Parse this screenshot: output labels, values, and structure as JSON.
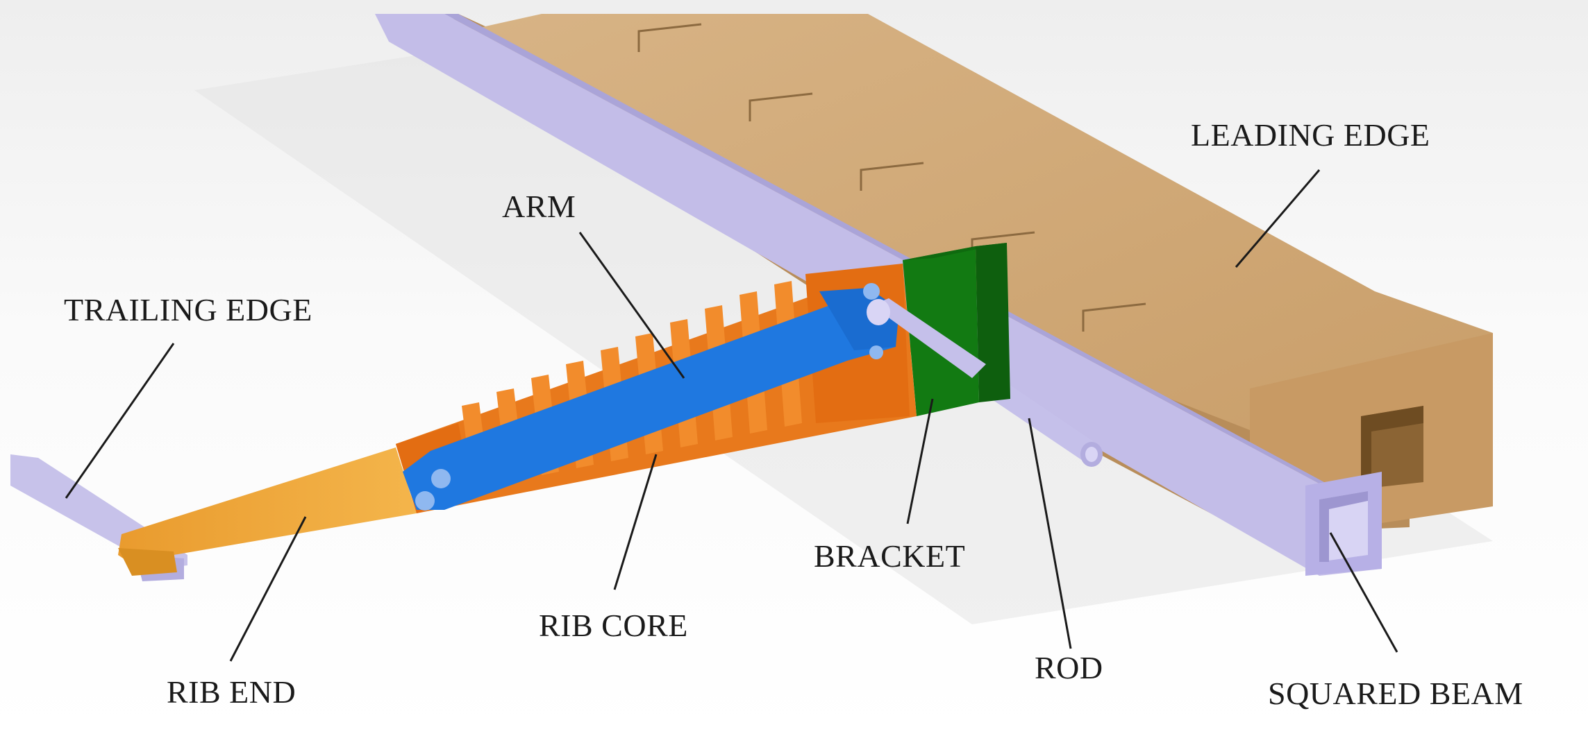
{
  "labels": {
    "leading_edge": "LEADING EDGE",
    "arm": "ARM",
    "trailing_edge": "TRAILING EDGE",
    "bracket": "BRACKET",
    "rib_core": "RIB CORE",
    "rod": "ROD",
    "rib_end": "RIB END",
    "squared_beam": "SQUARED BEAM"
  },
  "colors": {
    "leading_edge": "#c9a06a",
    "beam": "#c7c2ea",
    "rib_core": "#e8791c",
    "arm": "#1f78e0",
    "bracket": "#127a12",
    "rib_end": "#f0aa3c"
  }
}
